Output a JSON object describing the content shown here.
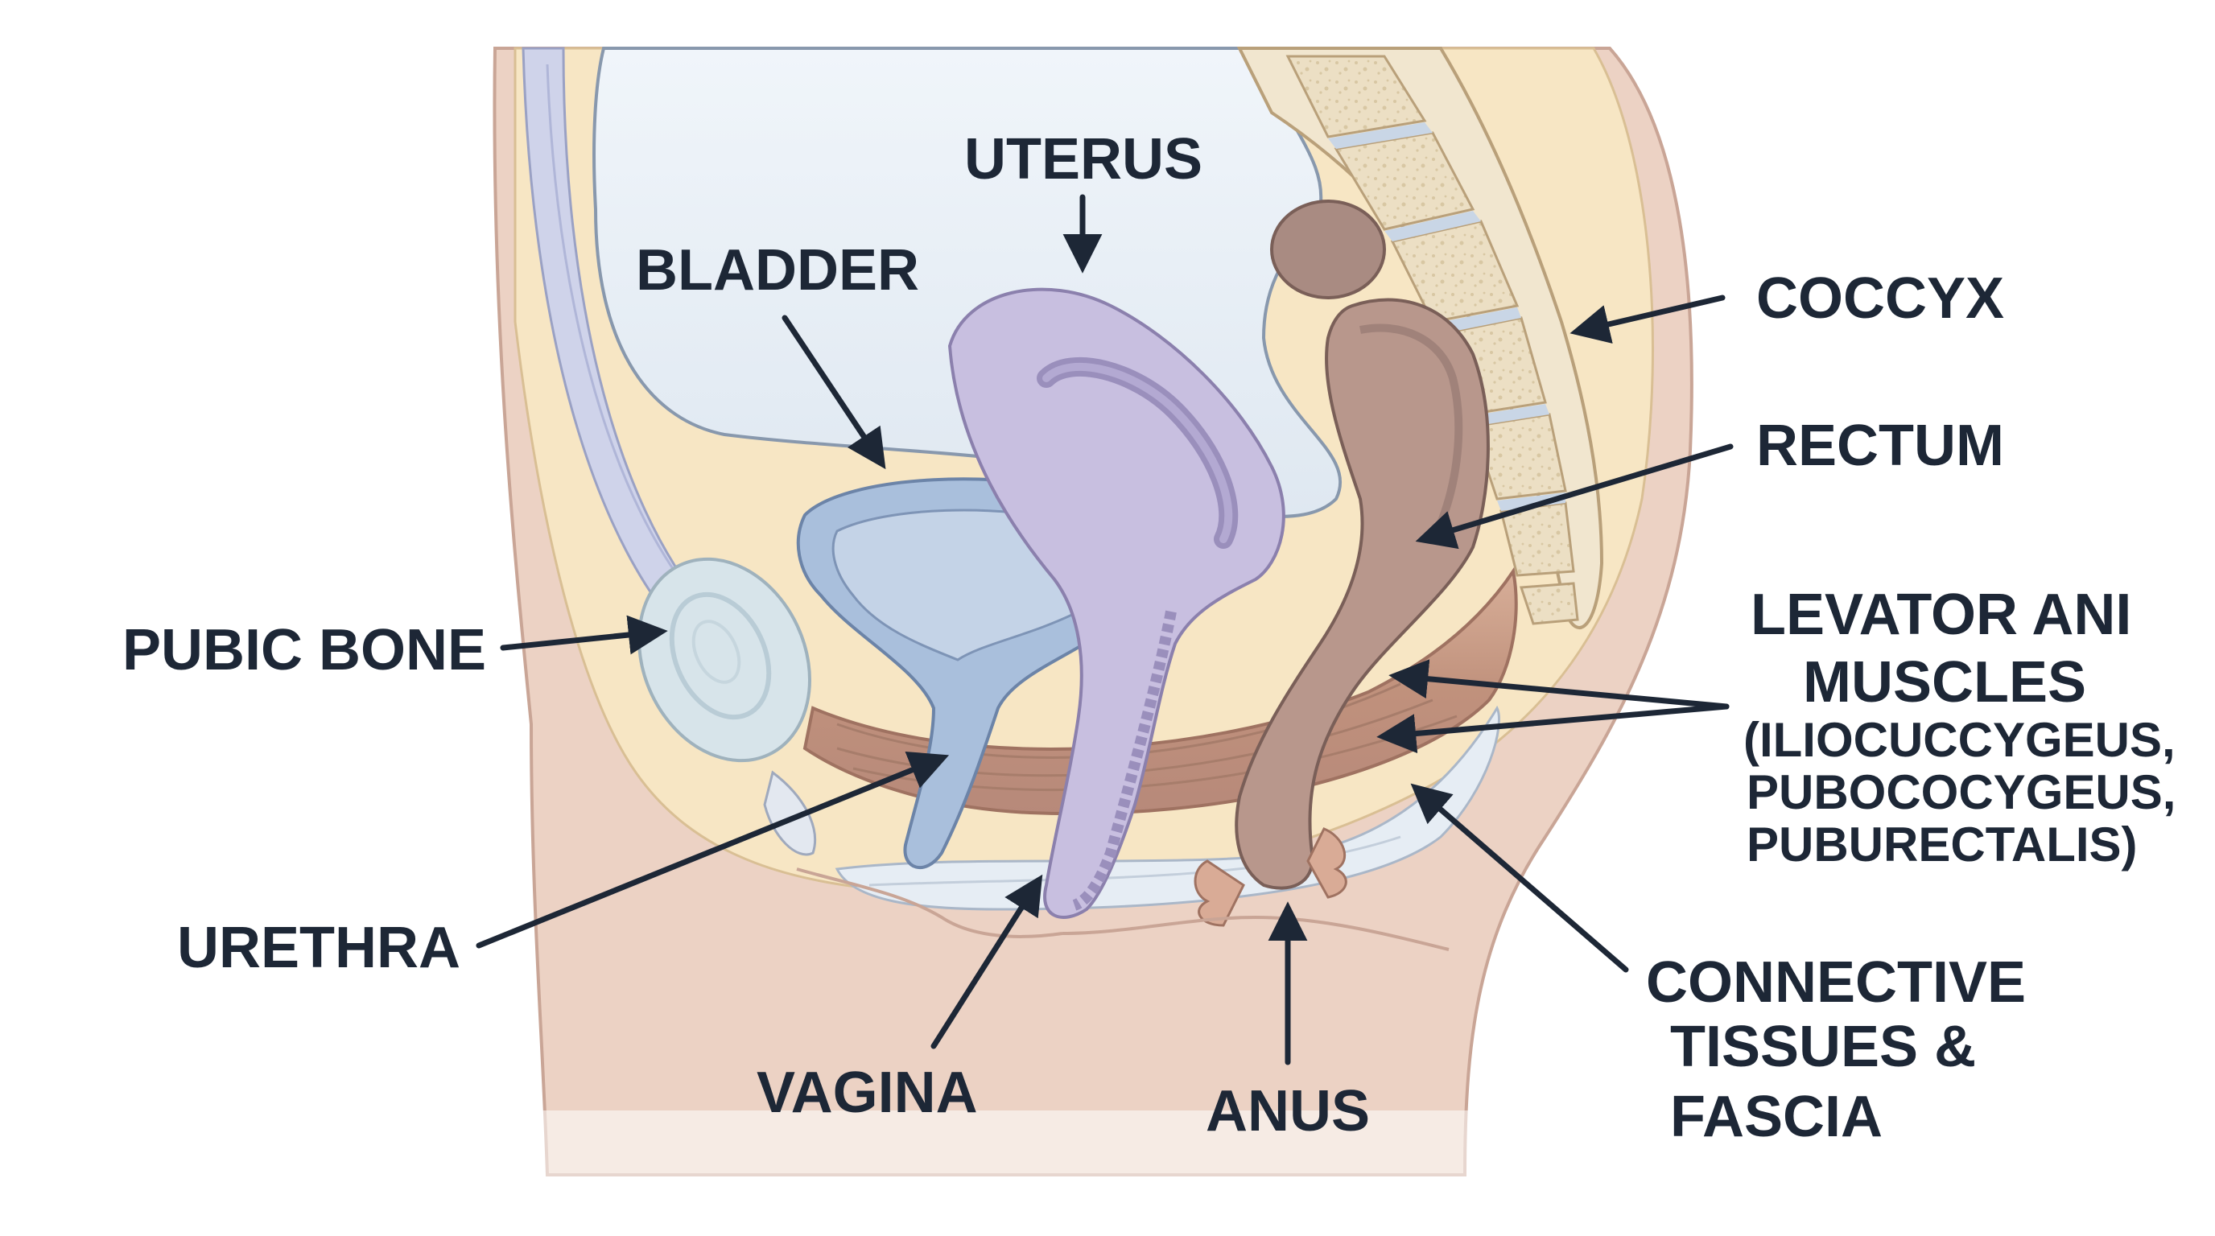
{
  "labels": {
    "uterus": "UTERUS",
    "bladder": "BLADDER",
    "coccyx": "COCCYX",
    "rectum": "RECTUM",
    "levator_line1": "LEVATOR ANI",
    "levator_line2": "MUSCLES",
    "levator_sub1": "(ILIOCUCCYGEUS,",
    "levator_sub2": "PUBOCOCYGEUS,",
    "levator_sub3": "PUBURECTALIS)",
    "pubic_bone": "PUBIC BONE",
    "urethra": "URETHRA",
    "vagina": "VAGINA",
    "anus": "ANUS",
    "connective_line1": "CONNECTIVE",
    "connective_line2": "TISSUES &",
    "connective_line3": "FASCIA"
  },
  "colors": {
    "label_text": "#1d2736",
    "arrow": "#1d2736",
    "skin": "#ecd2c4",
    "fat_layer": "#f7e6c4",
    "abdominal_cavity": "#e3ecf4",
    "bladder": "#a9bfdc",
    "uterus": "#c8bfe0",
    "rectum": "#b8978c",
    "muscle": "#c79a86",
    "bone": "#e9dcc0",
    "pubic_bone": "#d7e4ea"
  }
}
